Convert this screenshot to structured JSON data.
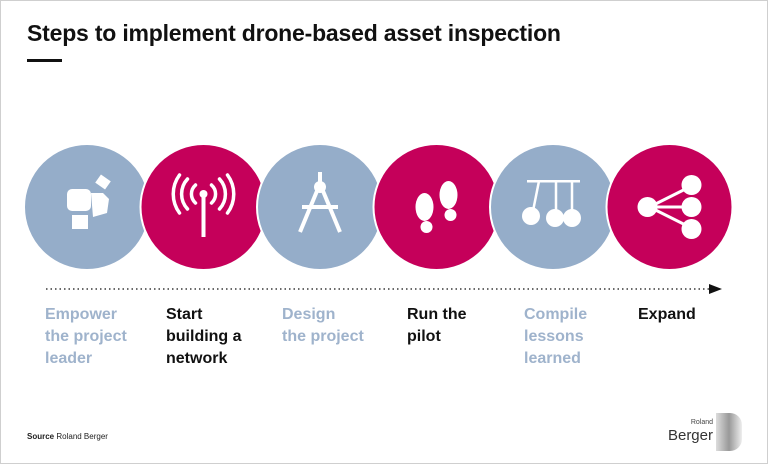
{
  "title": "Steps to implement drone-based asset inspection",
  "colors": {
    "blue": "#95adc9",
    "magenta": "#c5005a",
    "blue_text": "#9fb3cc",
    "dark_text": "#111111"
  },
  "steps": [
    {
      "label": "Empower\nthe project\nleader",
      "icon": "boxing-glove-icon",
      "color": "blue"
    },
    {
      "label": "Start\nbuilding a\nnetwork",
      "icon": "antenna-signal-icon",
      "color": "magenta"
    },
    {
      "label": "Design\nthe project",
      "icon": "compass-icon",
      "color": "blue"
    },
    {
      "label": "Run the\npilot",
      "icon": "footprints-icon",
      "color": "magenta"
    },
    {
      "label": "Compile\nlessons\nlearned",
      "icon": "newtons-cradle-icon",
      "color": "blue"
    },
    {
      "label": "Expand",
      "icon": "share-network-icon",
      "color": "magenta"
    }
  ],
  "source": {
    "prefix": "Source",
    "text": "Roland Berger"
  },
  "logo": {
    "line1": "Roland",
    "line2": "Berger"
  }
}
